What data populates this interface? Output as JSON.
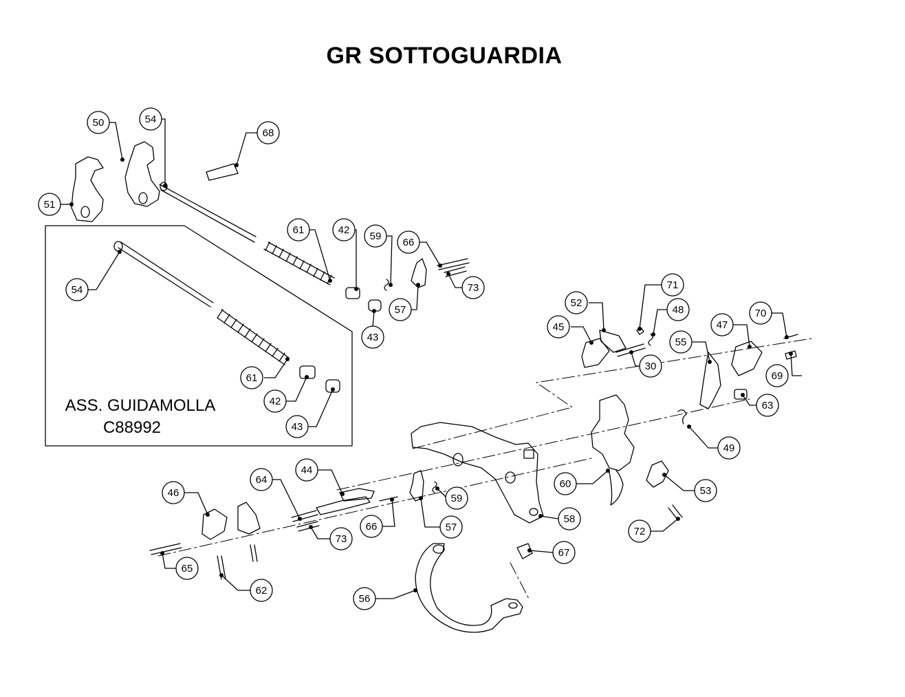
{
  "title": "GR SOTTOGUARDIA",
  "assembly": {
    "name": "ASS. GUIDAMOLLA",
    "code": "C88992"
  },
  "callouts": [
    "50",
    "54",
    "68",
    "51",
    "61",
    "42",
    "59",
    "66",
    "73",
    "57",
    "43",
    "54",
    "61",
    "42",
    "43",
    "71",
    "52",
    "48",
    "45",
    "70",
    "47",
    "55",
    "30",
    "69",
    "63",
    "49",
    "60",
    "53",
    "72",
    "46",
    "64",
    "44",
    "59",
    "58",
    "66",
    "57",
    "73",
    "65",
    "62",
    "67",
    "56"
  ]
}
